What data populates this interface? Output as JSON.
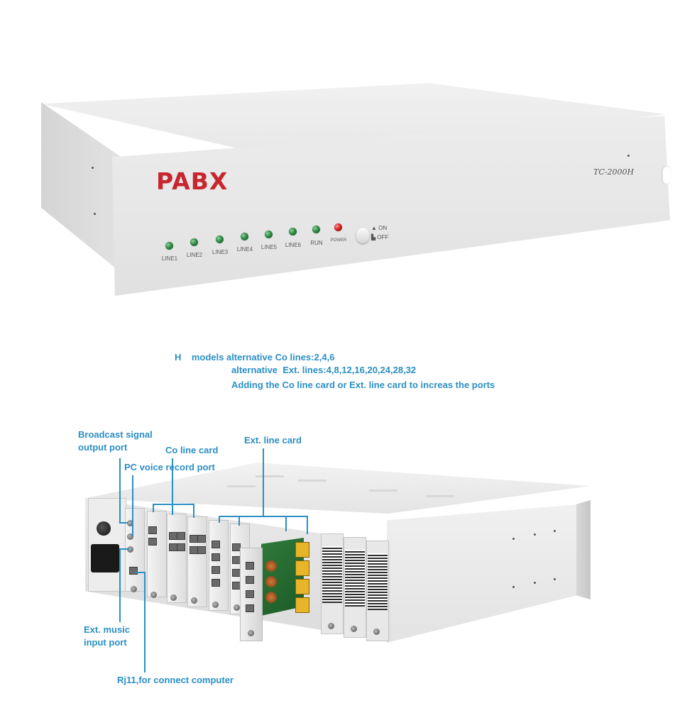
{
  "front_unit": {
    "brand": "PABX",
    "model": "TC-2000H",
    "indicators": [
      {
        "label": "LINE1",
        "color": "#2d8a45"
      },
      {
        "label": "LINE2",
        "color": "#2d8a45"
      },
      {
        "label": "LINE3",
        "color": "#2d8a45"
      },
      {
        "label": "LINE4",
        "color": "#2d8a45"
      },
      {
        "label": "LINE5",
        "color": "#2d8a45"
      },
      {
        "label": "LINE6",
        "color": "#2d8a45"
      },
      {
        "label": "RUN",
        "color": "#2d8a45"
      },
      {
        "label": "POWER",
        "color": "#d42020"
      }
    ],
    "switch": {
      "on_label": "ON",
      "off_label": "OFF"
    }
  },
  "spec": {
    "line1": "H    models alternative Co lines:2,4,6",
    "line2": "alternative  Ext. lines:4,8,12,16,20,24,28,32",
    "line3": "Adding the Co line card or Ext. line card to increas the ports"
  },
  "callouts": {
    "broadcast": "Broadcast signal output port",
    "pc_voice": "PC voice  record port",
    "co_card": "Co line card",
    "ext_card": "Ext. line card",
    "music_input": "Ext. music input port",
    "rj11": "Rj11,for connect computer"
  },
  "colors": {
    "brand_red": "#c8262e",
    "callout_blue": "#2b8fc4",
    "led_green": "#2d8a45",
    "led_red": "#d42020"
  }
}
